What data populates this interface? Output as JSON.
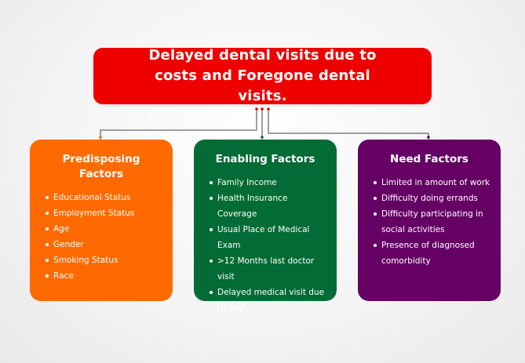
{
  "header": {
    "title": "Delayed dental visits due to costs and Foregone dental visits."
  },
  "cards": [
    {
      "title": "Predisposing Factors",
      "color": "#ff6a00",
      "items": [
        "Educational Status",
        "Employment Status",
        "Age",
        "Gender",
        "Smoking Status",
        "Race"
      ]
    },
    {
      "title": "Enabling Factors",
      "color": "#036b35",
      "items": [
        "Family Income",
        "Health Insurance Coverage",
        "Usual Place of Medical Exam",
        ">12 Months last doctor visit",
        "Delayed medical visit due to cost."
      ]
    },
    {
      "title": "Need Factors",
      "color": "#650064",
      "items": [
        "Limited in amount of work",
        "Difficulty doing errands",
        "Difficulty participating in social activities",
        "Presence of diagnosed comorbidity"
      ]
    }
  ],
  "header_color": "#ee0000"
}
